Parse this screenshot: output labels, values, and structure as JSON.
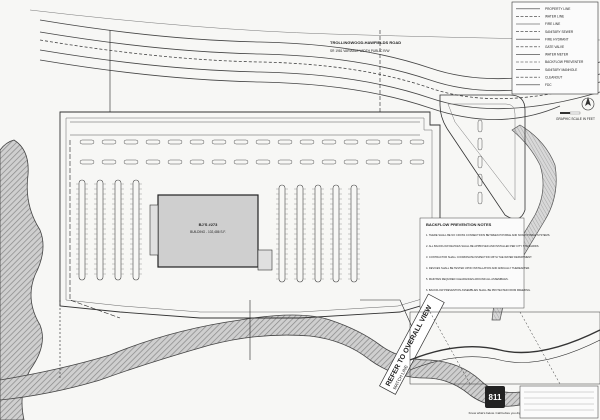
{
  "road": {
    "name": "TROLLINGWOOD-HAWFIELDS ROAD",
    "sub": "SR 1981 VARIABLE WIDTH PUBLIC R/W"
  },
  "building": {
    "title": "BJ'S #273",
    "subtitle": "BUILDING - 102,486 S.F."
  },
  "legend": {
    "items": [
      "PROPERTY LINE",
      "WATER LINE",
      "FIRE LINE",
      "SANITARY SEWER",
      "FIRE HYDRANT",
      "GATE VALVE",
      "WATER METER",
      "BACKFLOW PREVENTER",
      "SANITARY MANHOLE",
      "CLEANOUT",
      "FDC"
    ]
  },
  "scale_label": "GRAPHIC SCALE IN FEET",
  "backflow": {
    "title": "BACKFLOW PREVENTION NOTES",
    "notes": [
      "1. THERE SHALL BE NO CROSS CONNECTIONS BETWEEN POTABLE AND NON-POTABLE SYSTEMS.",
      "2. ALL BACKFLOW DEVICES SHALL BE APPROVED AND INSTALLED PER CITY STANDARDS.",
      "3. CONTRACTOR SHALL COORDINATE INSPECTION WITH THE WATER DEPARTMENT.",
      "4. DEVICES SHALL BE TESTED UPON INSTALLATION AND ANNUALLY THEREAFTER.",
      "5. MAINTAIN REQUIRED CLEARANCES AROUND ALL ASSEMBLIES.",
      "6. BACKFLOW PREVENTION ASSEMBLIES SHALL BE PROTECTED FROM FREEZING."
    ]
  },
  "refer_note": {
    "line1": "REFER TO OVERALL VIEW",
    "line2": "MATCH LINE"
  },
  "badge": {
    "number": "811",
    "text": "Know what's below. Call before you dig."
  },
  "colors": {
    "line": "#333333",
    "hatch": "#9a9a9a",
    "paper": "#f7f7f5"
  }
}
